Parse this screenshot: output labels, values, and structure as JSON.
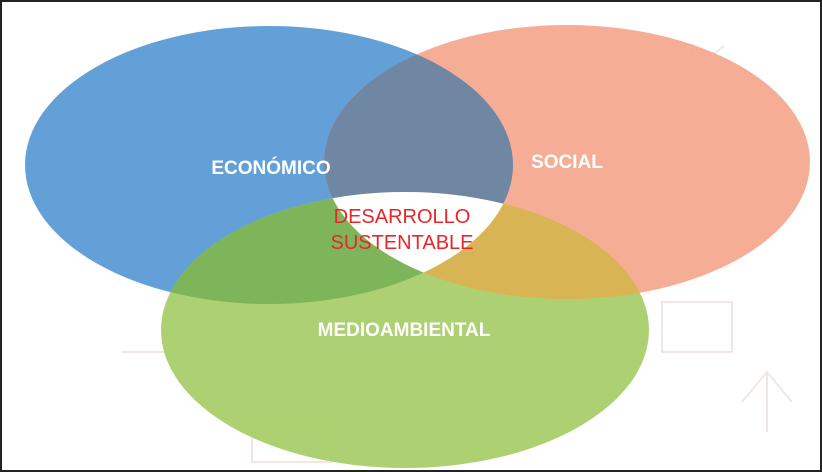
{
  "diagram": {
    "circles": {
      "economic": {
        "label": "ECONÓMICO",
        "color": "#5b9bd5"
      },
      "social": {
        "label": "SOCIAL",
        "color": "#f4a58a"
      },
      "environmental": {
        "label": "MEDIOAMBIENTAL",
        "color": "#a9cf6a"
      }
    },
    "center": {
      "line1": "DESARROLLO",
      "line2": "SUSTENTABLE",
      "color": "#e8262a"
    },
    "overlaps": {
      "economic_social": "#6f87a3",
      "economic_environmental": "#7fb55a",
      "social_environmental": "#d9b455"
    }
  }
}
